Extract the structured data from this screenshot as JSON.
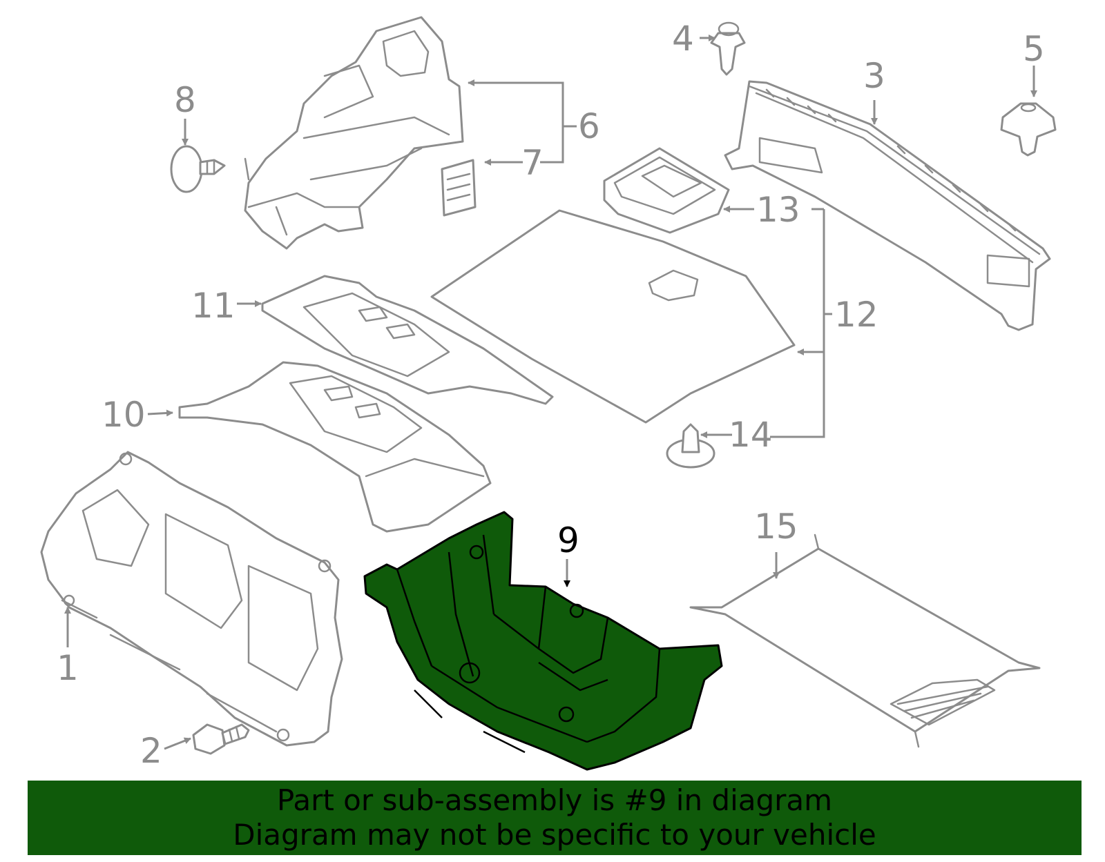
{
  "colors": {
    "highlight_fill": "#0f5a0a",
    "part_stroke": "#8c8c8c",
    "banner_background": "#0f5a0a",
    "banner_text": "#000000"
  },
  "callouts": {
    "c1": "1",
    "c2": "2",
    "c3": "3",
    "c4": "4",
    "c5": "5",
    "c6": "6",
    "c7": "7",
    "c8": "8",
    "c9": "9",
    "c10": "10",
    "c11": "11",
    "c12": "12",
    "c13": "13",
    "c14": "14",
    "c15": "15"
  },
  "highlighted_part": "9",
  "banner": {
    "line1": "Part or sub-assembly is #9 in diagram",
    "line2": "Diagram may not be specific to your vehicle"
  }
}
